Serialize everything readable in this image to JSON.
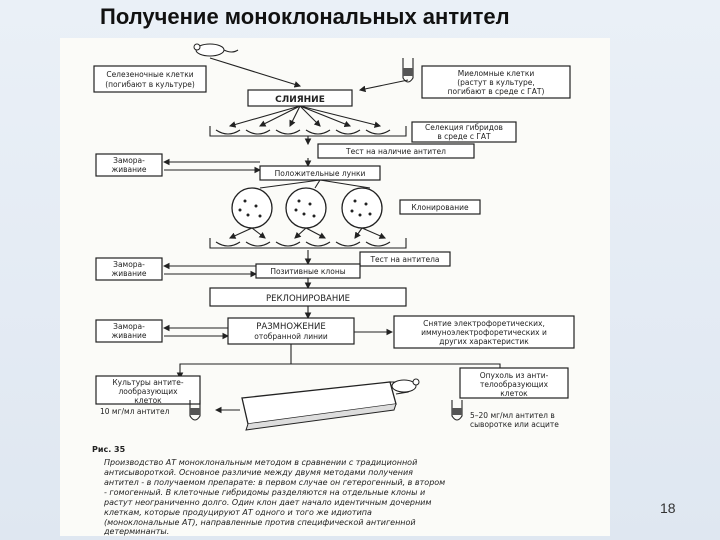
{
  "slide": {
    "title": "Получение моноклональных антител",
    "page_number": "18"
  },
  "diagram": {
    "spleen_cells": [
      "Селезеночные клетки",
      "(погибают в культуре)"
    ],
    "myeloma_cells": [
      "Миеломные клетки",
      "(растут в культуре,",
      "погибают в среде с ГАТ)"
    ],
    "fusion": "СЛИЯНИЕ",
    "hybrid_selection": [
      "Селекция гибридов",
      "в среде с ГАТ"
    ],
    "antibody_test_1": "Тест на наличие антител",
    "frozen_1": [
      "Замора-",
      "живание"
    ],
    "positive_wells": "Положительные лунки",
    "cloning": "Клонирование",
    "antibody_test_2": "Тест на антитела",
    "frozen_2": [
      "Замора-",
      "живание"
    ],
    "positive_clones": "Позитивные клоны",
    "recloning": "РЕКЛОНИРОВАНИЕ",
    "frozen_3": [
      "Замора-",
      "живание"
    ],
    "expansion": [
      "РАЗМНОЖЕНИЕ",
      "отобранной линии"
    ],
    "characteristics": [
      "Снятие электрофоретических,",
      "иммуноэлектрофоретических и",
      "других характеристик"
    ],
    "culture_cells": [
      "Культуры антите-",
      "лообразующих",
      "клеток"
    ],
    "tumor": [
      "Опухоль из анти-",
      "телообразующих",
      "клеток"
    ],
    "culture_yield": "10 мг/мл антител",
    "ascites_yield": [
      "5–20 мг/мл антител в",
      "сыворотке или асците"
    ]
  },
  "caption": {
    "figure": "Рис. 35",
    "lines": [
      "Производство АТ моноклональным методом в сравнении с традиционной",
      "антисывороткой. Основное различие между двумя методами получения",
      "антител - в получаемом препарате: в первом случае он гетерогенный, в втором",
      "- гомогенный. В клеточные гибридомы разделяются на отдельные клоны и",
      "растут неограниченно долго. Один клон дает начало идентичным дочерним",
      "клеткам, которые продуцируют АТ одного и того же идиотипа",
      "(моноклональные АТ), направленные против специфической антигенной",
      "детерминанты."
    ]
  }
}
